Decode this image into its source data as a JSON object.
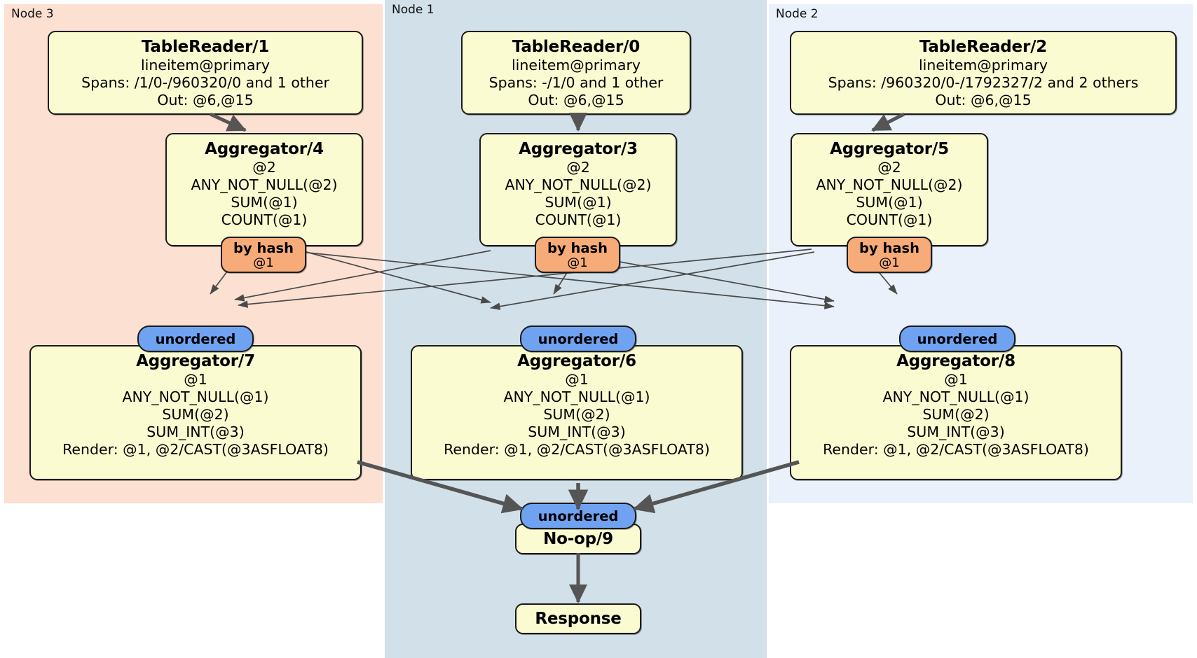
{
  "panels": [
    {
      "label": "Node 3",
      "color": "#fce0d2"
    },
    {
      "label": "Node 1",
      "color": "#d1e0e9"
    },
    {
      "label": "Node 2",
      "color": "#eaf1fb"
    }
  ],
  "nodes": {
    "table_reader_1": {
      "title": "TableReader/1",
      "lines": [
        "lineitem@primary",
        "Spans: /1/0-/960320/0 and 1 other",
        "Out: @6,@15"
      ]
    },
    "table_reader_0": {
      "title": "TableReader/0",
      "lines": [
        "lineitem@primary",
        "Spans: -/1/0 and 1 other",
        "Out: @6,@15"
      ]
    },
    "table_reader_2": {
      "title": "TableReader/2",
      "lines": [
        "lineitem@primary",
        "Spans: /960320/0-/1792327/2 and 2 others",
        "Out: @6,@15"
      ]
    },
    "aggregator_4": {
      "title": "Aggregator/4",
      "lines": [
        "@2",
        "ANY_NOT_NULL(@2)",
        "SUM(@1)",
        "COUNT(@1)"
      ]
    },
    "aggregator_3": {
      "title": "Aggregator/3",
      "lines": [
        "@2",
        "ANY_NOT_NULL(@2)",
        "SUM(@1)",
        "COUNT(@1)"
      ]
    },
    "aggregator_5": {
      "title": "Aggregator/5",
      "lines": [
        "@2",
        "ANY_NOT_NULL(@2)",
        "SUM(@1)",
        "COUNT(@1)"
      ]
    },
    "aggregator_7": {
      "title": "Aggregator/7",
      "lines": [
        "@1",
        "ANY_NOT_NULL(@1)",
        "SUM(@2)",
        "SUM_INT(@3)",
        "Render: @1, @2/CAST(@3ASFLOAT8)"
      ]
    },
    "aggregator_6": {
      "title": "Aggregator/6",
      "lines": [
        "@1",
        "ANY_NOT_NULL(@1)",
        "SUM(@2)",
        "SUM_INT(@3)",
        "Render: @1, @2/CAST(@3ASFLOAT8)"
      ]
    },
    "aggregator_8": {
      "title": "Aggregator/8",
      "lines": [
        "@1",
        "ANY_NOT_NULL(@1)",
        "SUM(@2)",
        "SUM_INT(@3)",
        "Render: @1, @2/CAST(@3ASFLOAT8)"
      ]
    },
    "noop_9": {
      "title": "No-op/9"
    },
    "response": {
      "title": "Response"
    }
  },
  "badges": {
    "by_hash_label": "by hash",
    "by_hash_column": "@1",
    "unordered_label": "unordered"
  },
  "colors": {
    "box_fill": "#fbfbd1",
    "box_stroke": "#1b1b1b",
    "hash_fill": "#f6ab79",
    "unordered_fill": "#6fa3f2",
    "node3_fill": "#fce0d2",
    "node1_fill": "#d1e0e9",
    "node2_fill": "#eaf1fb",
    "edge_thin": "#4a4a4a",
    "edge_thick": "#555555"
  }
}
